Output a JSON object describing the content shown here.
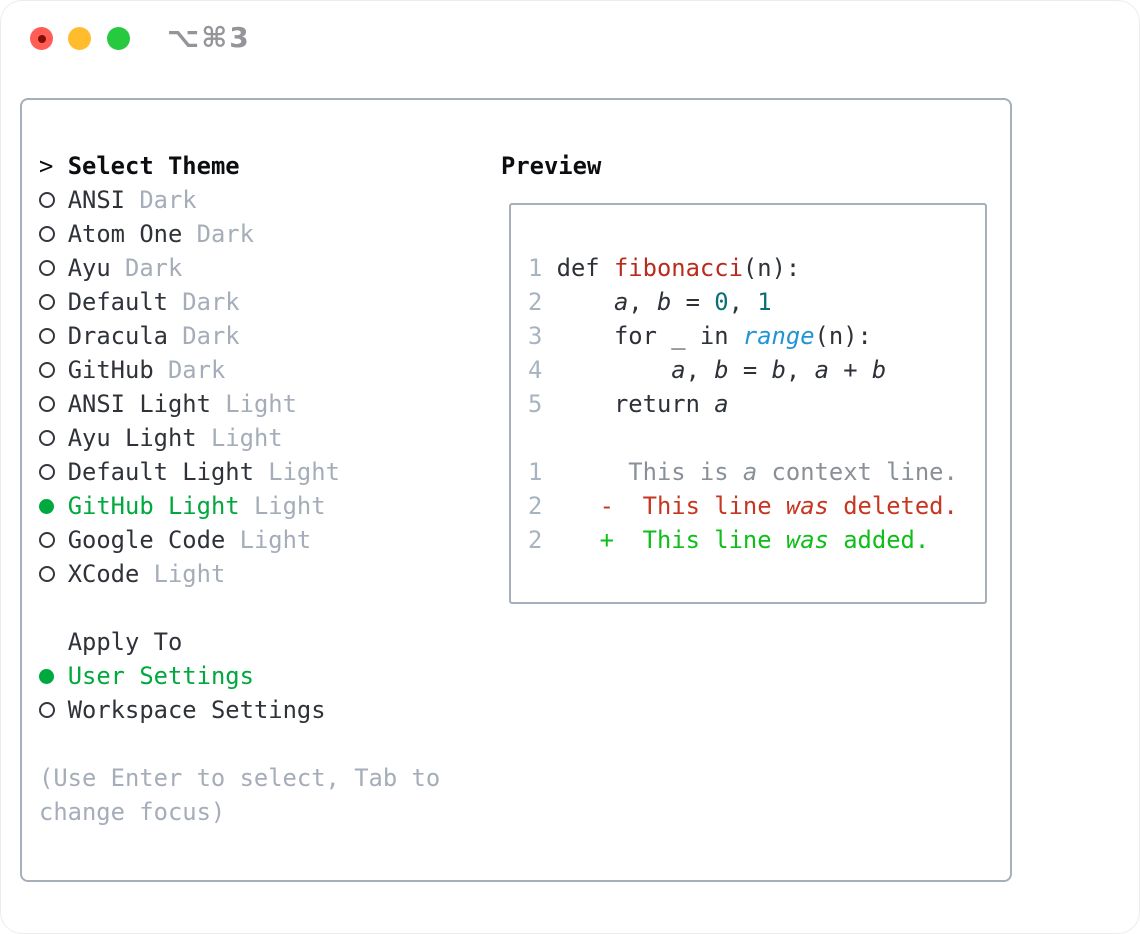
{
  "window": {
    "title": "⌥⌘3",
    "traffic_lights": [
      "close",
      "minimize",
      "zoom"
    ]
  },
  "colors": {
    "text_dark": "#2f3339",
    "heading_black": "#0b0d10",
    "muted": "#a5adb9",
    "lineno": "#a8b3c2",
    "accent_green": "#00a93e",
    "ring": "#34383e",
    "border": "#a7afba",
    "code": "#2d3138",
    "func": "#b92b1d",
    "literal": "#0b6f77",
    "builtin": "#2095d4",
    "context": "#8a9097",
    "del": "#c63620",
    "add": "#0fbe18",
    "title_gray": "#949499",
    "traffic_red": "#ff5d55",
    "traffic_red_dot": "#850d04",
    "traffic_yellow": "#ffbd2d",
    "traffic_green": "#27c93f"
  },
  "left": {
    "header": {
      "prompt": ">",
      "label": "Select Theme"
    },
    "themes": [
      {
        "name": "ANSI",
        "variant": "Dark",
        "selected": false
      },
      {
        "name": "Atom One",
        "variant": "Dark",
        "selected": false
      },
      {
        "name": "Ayu",
        "variant": "Dark",
        "selected": false
      },
      {
        "name": "Default",
        "variant": "Dark",
        "selected": false
      },
      {
        "name": "Dracula",
        "variant": "Dark",
        "selected": false
      },
      {
        "name": "GitHub",
        "variant": "Dark",
        "selected": false
      },
      {
        "name": "ANSI Light",
        "variant": "Light",
        "selected": false
      },
      {
        "name": "Ayu Light",
        "variant": "Light",
        "selected": false
      },
      {
        "name": "Default Light",
        "variant": "Light",
        "selected": false
      },
      {
        "name": "GitHub Light",
        "variant": "Light",
        "selected": true
      },
      {
        "name": "Google Code",
        "variant": "Light",
        "selected": false
      },
      {
        "name": "XCode",
        "variant": "Light",
        "selected": false
      }
    ],
    "apply_header": "Apply To",
    "apply_options": [
      {
        "name": "User Settings",
        "selected": true
      },
      {
        "name": "Workspace Settings",
        "selected": false
      }
    ],
    "help_lines": [
      "(Use Enter to select, Tab to",
      "change focus)"
    ]
  },
  "preview": {
    "title": "Preview",
    "code_lines": [
      {
        "segments": [
          {
            "t": "1",
            "c": "lineno"
          },
          {
            "t": " def ",
            "c": "code"
          },
          {
            "t": "fibonacci",
            "c": "func"
          },
          {
            "t": "(n):",
            "c": "code"
          }
        ]
      },
      {
        "segments": [
          {
            "t": "2",
            "c": "lineno"
          },
          {
            "t": "     ",
            "c": "code"
          },
          {
            "t": "a",
            "c": "code",
            "it": true
          },
          {
            "t": ", ",
            "c": "code"
          },
          {
            "t": "b",
            "c": "code",
            "it": true
          },
          {
            "t": " = ",
            "c": "code"
          },
          {
            "t": "0",
            "c": "literal"
          },
          {
            "t": ", ",
            "c": "code"
          },
          {
            "t": "1",
            "c": "literal"
          }
        ]
      },
      {
        "segments": [
          {
            "t": "3",
            "c": "lineno"
          },
          {
            "t": "     for _ in ",
            "c": "code"
          },
          {
            "t": "range",
            "c": "builtin",
            "it": true
          },
          {
            "t": "(n):",
            "c": "code"
          }
        ]
      },
      {
        "segments": [
          {
            "t": "4",
            "c": "lineno"
          },
          {
            "t": "         ",
            "c": "code"
          },
          {
            "t": "a",
            "c": "code",
            "it": true
          },
          {
            "t": ", ",
            "c": "code"
          },
          {
            "t": "b",
            "c": "code",
            "it": true
          },
          {
            "t": " = ",
            "c": "code"
          },
          {
            "t": "b",
            "c": "code",
            "it": true
          },
          {
            "t": ", ",
            "c": "code"
          },
          {
            "t": "a",
            "c": "code",
            "it": true
          },
          {
            "t": " + ",
            "c": "code"
          },
          {
            "t": "b",
            "c": "code",
            "it": true
          }
        ]
      },
      {
        "segments": [
          {
            "t": "5",
            "c": "lineno"
          },
          {
            "t": "     return ",
            "c": "code"
          },
          {
            "t": "a",
            "c": "code",
            "it": true
          }
        ]
      }
    ],
    "diff_lines": [
      {
        "segments": [
          {
            "t": "1",
            "c": "lineno"
          },
          {
            "t": "      This is ",
            "c": "context"
          },
          {
            "t": "a",
            "c": "context",
            "it": true
          },
          {
            "t": " context line.",
            "c": "context"
          }
        ]
      },
      {
        "segments": [
          {
            "t": "2",
            "c": "lineno"
          },
          {
            "t": "    ",
            "c": "code"
          },
          {
            "t": "-  This line ",
            "c": "del"
          },
          {
            "t": "was",
            "c": "del",
            "it": true
          },
          {
            "t": " deleted.",
            "c": "del"
          }
        ]
      },
      {
        "segments": [
          {
            "t": "2",
            "c": "lineno"
          },
          {
            "t": "    ",
            "c": "code"
          },
          {
            "t": "+  This line ",
            "c": "add"
          },
          {
            "t": "was",
            "c": "add",
            "it": true
          },
          {
            "t": " added.",
            "c": "add"
          }
        ]
      }
    ]
  }
}
